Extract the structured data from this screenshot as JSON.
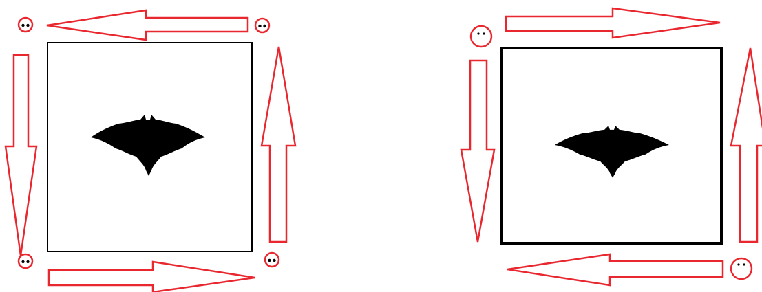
{
  "colors": {
    "arrow_outline": "#e8272f",
    "frame": "#000000",
    "bat": "#000000",
    "background": "#ffffff"
  },
  "diagrams": [
    {
      "id": "left",
      "arrow_directions": [
        "left",
        "down",
        "right",
        "up"
      ],
      "corner_markers": [
        "face-icon",
        "face-icon",
        "face-icon",
        "face-icon"
      ],
      "center_icon": "bat-icon"
    },
    {
      "id": "right",
      "arrow_directions": [
        "right",
        "up",
        "left",
        "down"
      ],
      "corner_markers": [
        "face-icon",
        "face-icon"
      ],
      "center_icon": "bat-icon"
    }
  ]
}
